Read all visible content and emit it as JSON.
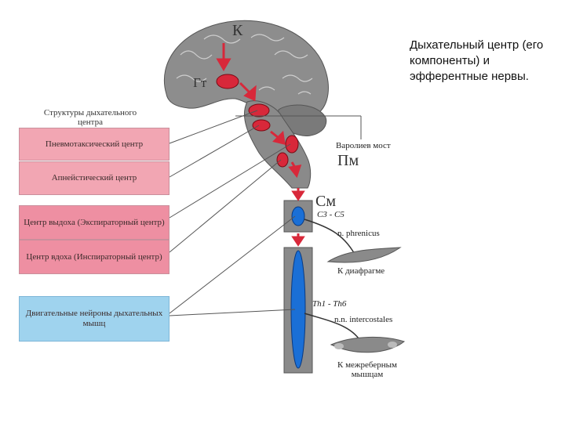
{
  "caption": "Дыхательный центр (его компоненты) и эфферентные нервы.",
  "structures_header": "Структуры дыхательного центра",
  "boxes": [
    {
      "label": "Пневмотаксический центр"
    },
    {
      "label": "Апнейстический центр"
    },
    {
      "label": "Центр выдоха (Экспираторный центр)"
    },
    {
      "label": "Центр вдоха (Инспираторный центр)"
    },
    {
      "label": "Двигательные нейроны дыхательных мышц"
    }
  ],
  "labels": {
    "k": "К",
    "gt": "Гт",
    "pm": "Пм",
    "sm": "См",
    "pons": "Варолиев мост",
    "c3c5": "C3 - C5",
    "phrenicus": "n. phrenicus",
    "diaphragm": "К диафрагме",
    "th1th6": "Th1 - Th6",
    "intercostales": "n.n. intercostales",
    "intercostal_muscles": "К межреберным мышцам"
  },
  "colors": {
    "pink": "#f2a6b3",
    "blue_box": "#9fd3ee",
    "red_nucleus": "#d8283a",
    "blue_cord": "#1a6fd6",
    "tissue": "#8a8a8a"
  }
}
